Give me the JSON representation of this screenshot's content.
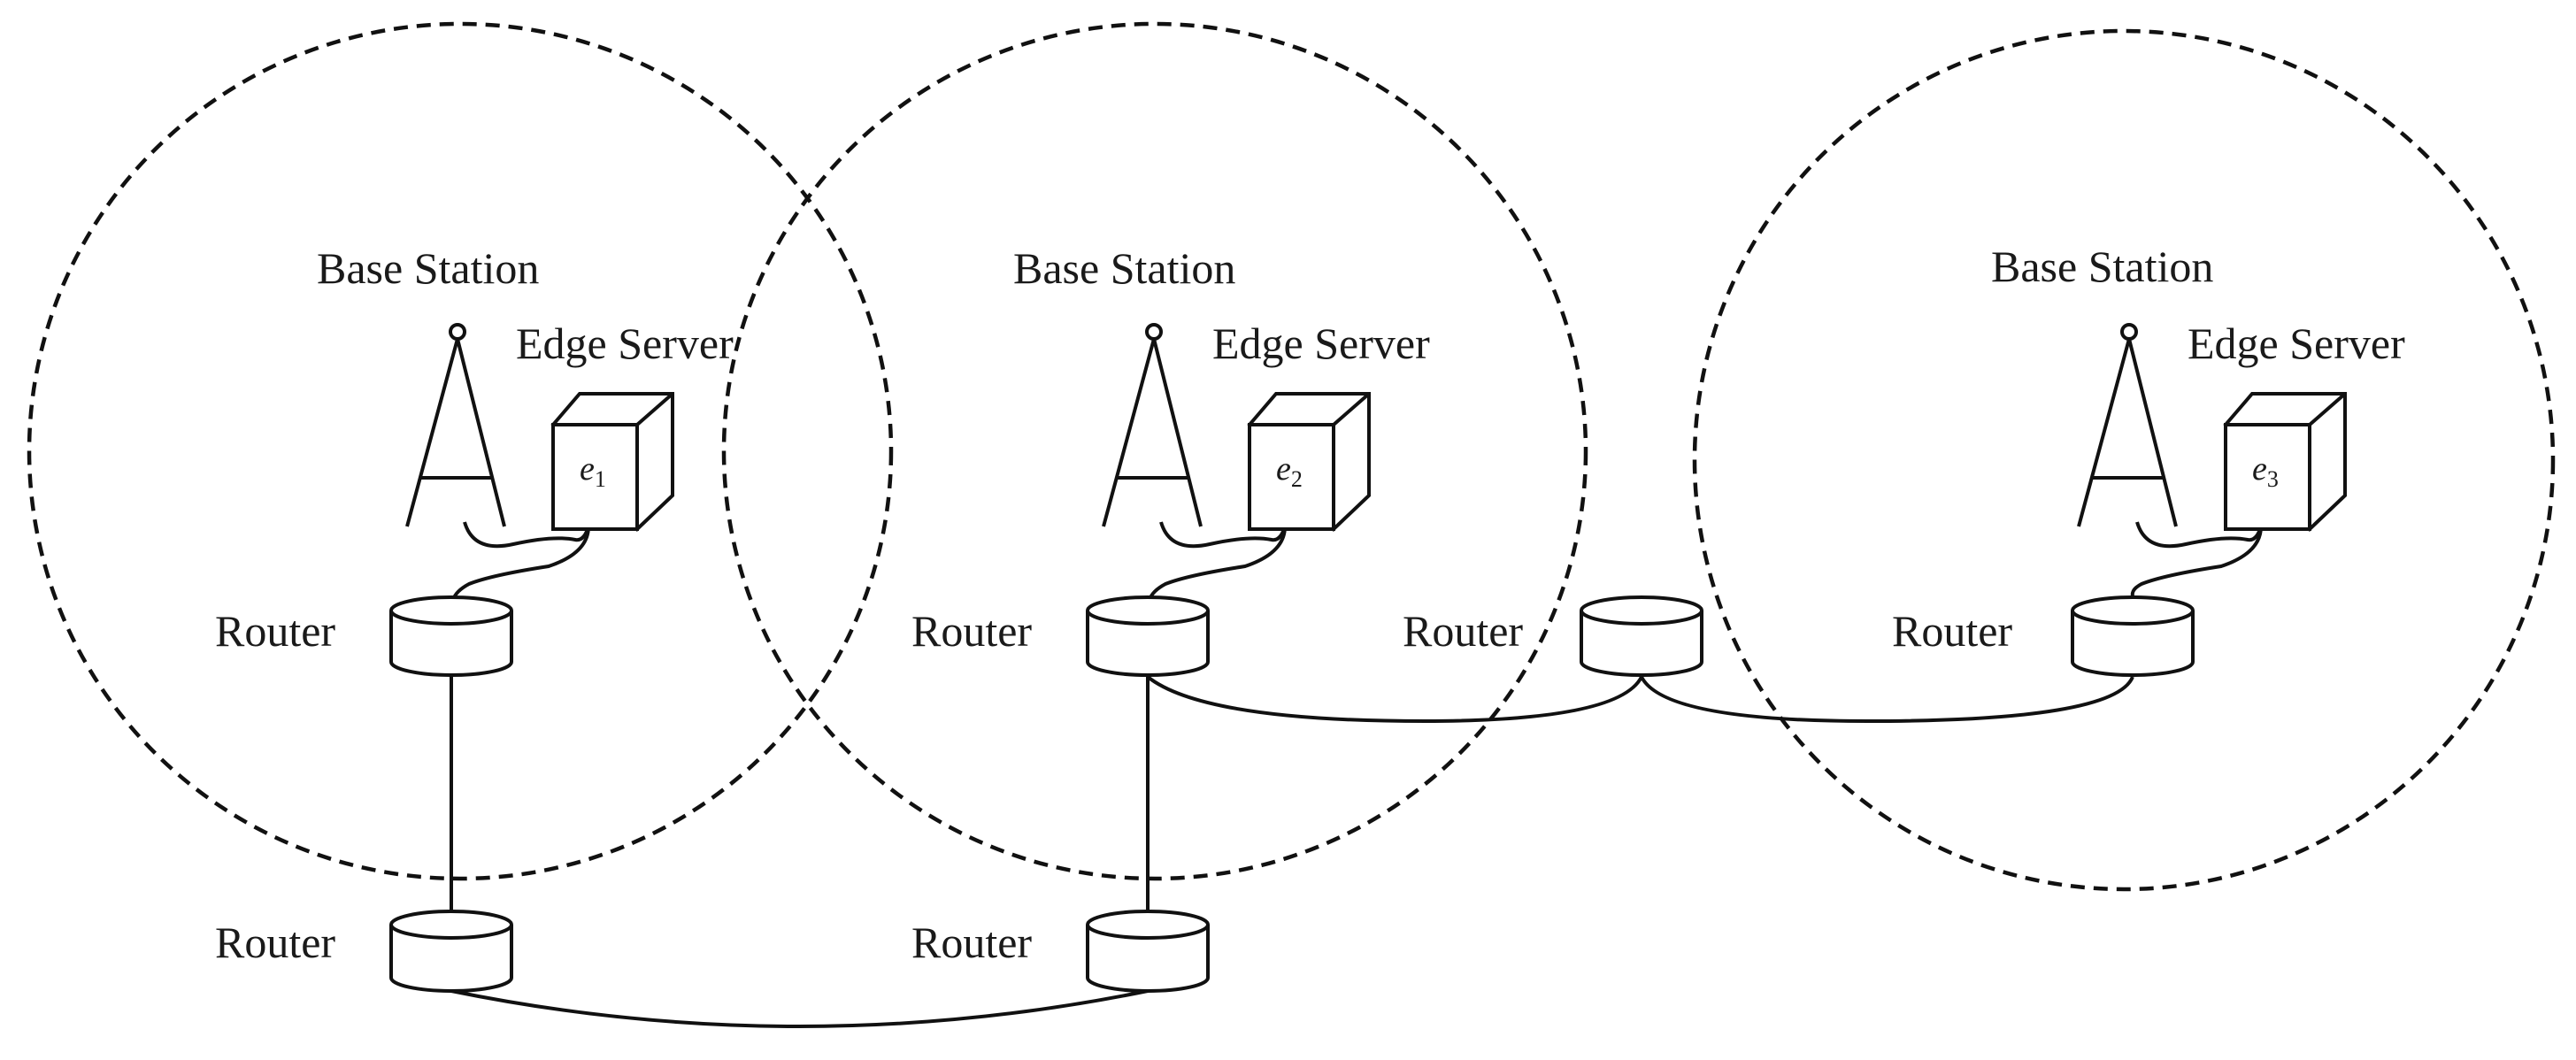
{
  "labels": {
    "base_station": "Base Station",
    "edge_server": "Edge Server",
    "router": "Router"
  },
  "servers": [
    {
      "symbol": "e",
      "index": "1"
    },
    {
      "symbol": "e",
      "index": "2"
    },
    {
      "symbol": "e",
      "index": "3"
    }
  ]
}
